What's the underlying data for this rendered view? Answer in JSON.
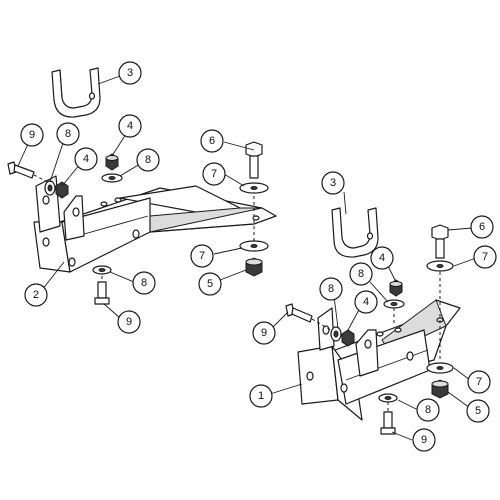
{
  "callouts": [
    {
      "id": "c3a",
      "label": "3"
    },
    {
      "id": "c9a",
      "label": "9"
    },
    {
      "id": "c8a",
      "label": "8"
    },
    {
      "id": "c4a",
      "label": "4"
    },
    {
      "id": "c4b",
      "label": "4"
    },
    {
      "id": "c8b",
      "label": "8"
    },
    {
      "id": "c6a",
      "label": "6"
    },
    {
      "id": "c7a",
      "label": "7"
    },
    {
      "id": "c7b",
      "label": "7"
    },
    {
      "id": "c5a",
      "label": "5"
    },
    {
      "id": "c8c",
      "label": "8"
    },
    {
      "id": "c2",
      "label": "2"
    },
    {
      "id": "c9b",
      "label": "9"
    },
    {
      "id": "c3b",
      "label": "3"
    },
    {
      "id": "c6b",
      "label": "6"
    },
    {
      "id": "c7c",
      "label": "7"
    },
    {
      "id": "c8d",
      "label": "8"
    },
    {
      "id": "c4c",
      "label": "4"
    },
    {
      "id": "c8e",
      "label": "8"
    },
    {
      "id": "c4d",
      "label": "4"
    },
    {
      "id": "c9c",
      "label": "9"
    },
    {
      "id": "c1",
      "label": "1"
    },
    {
      "id": "c7d",
      "label": "7"
    },
    {
      "id": "c5b",
      "label": "5"
    },
    {
      "id": "c8f",
      "label": "8"
    },
    {
      "id": "c9d",
      "label": "9"
    }
  ]
}
